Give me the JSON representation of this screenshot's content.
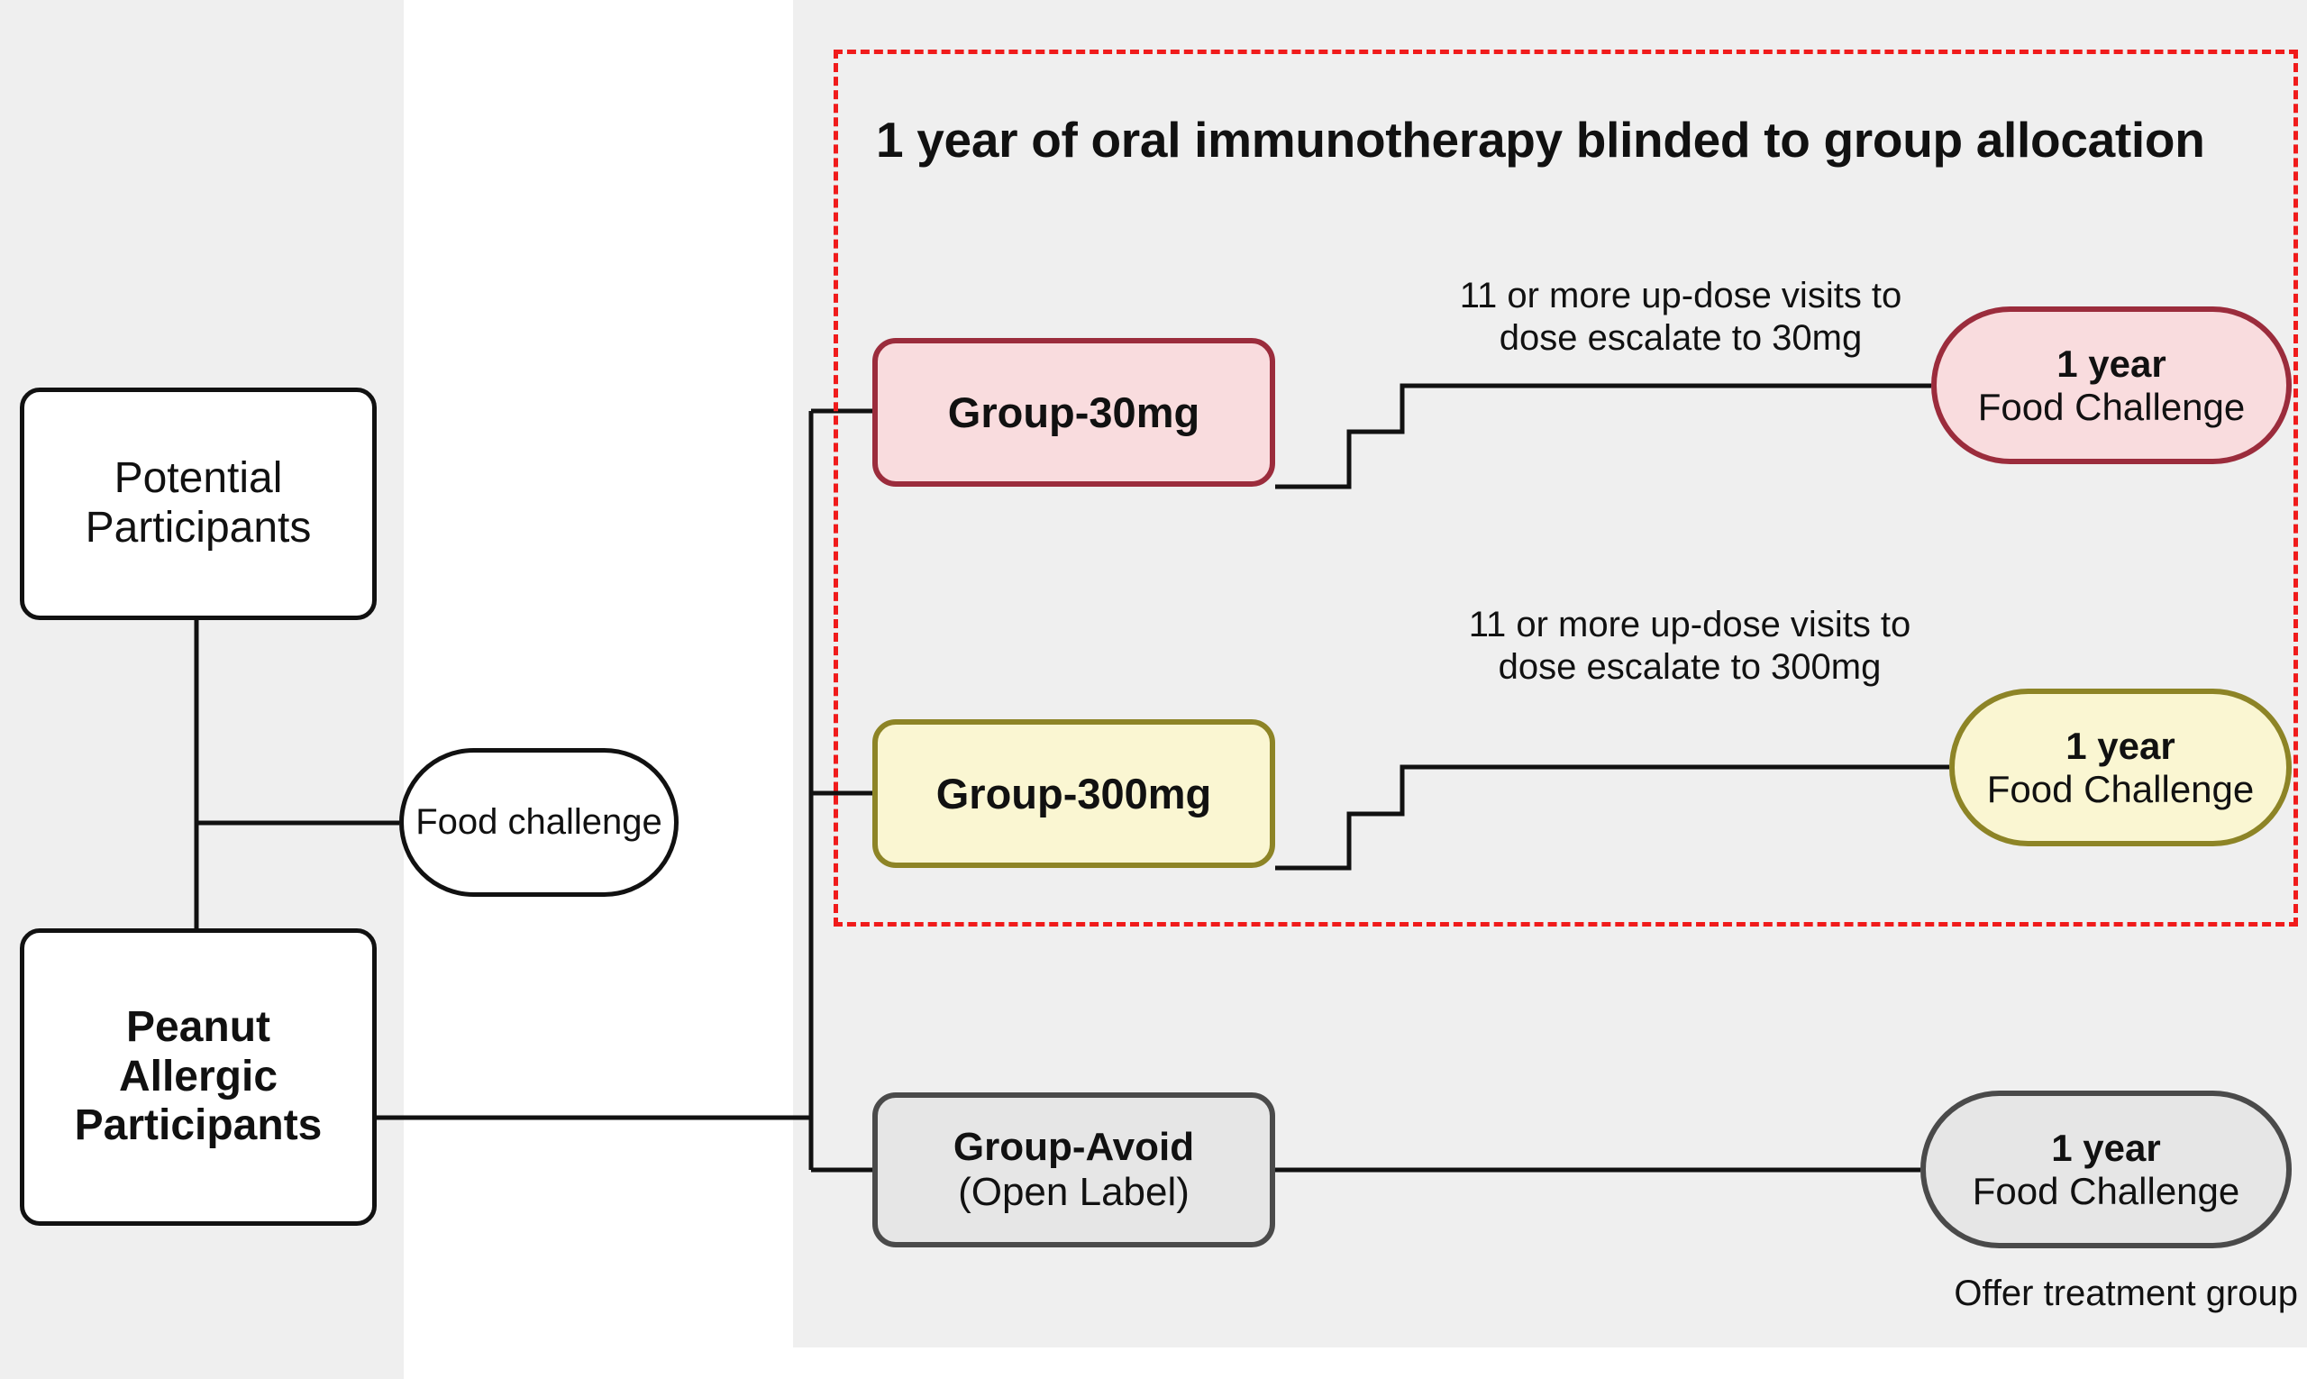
{
  "figure": {
    "type": "clinical-trial-flow-diagram",
    "title_visible": false
  },
  "panels": {
    "left_background": "#EFEFEF",
    "right_background": "#EFEFEF"
  },
  "blinded_region": {
    "title": "1 year of oral immunotherapy blinded to group allocation",
    "border_color": "#F01B1B",
    "border_style": "dashed"
  },
  "nodes": {
    "potential_participants": {
      "line1": "Potential",
      "line2": "Participants",
      "shape": "rounded-rect",
      "fill": "#FFFFFF",
      "border": "#111111"
    },
    "food_challenge": {
      "label": "Food challenge",
      "shape": "pill",
      "fill": "#FFFFFF",
      "border": "#111111"
    },
    "peanut_allergic_participants": {
      "line1": "Peanut",
      "line2": "Allergic",
      "line3": "Participants",
      "shape": "rounded-rect",
      "fill": "#FFFFFF",
      "border": "#111111"
    },
    "group_30mg": {
      "label": "Group-30mg",
      "shape": "rounded-rect",
      "fill": "#F9DCDE",
      "border": "#9B2C3C"
    },
    "group_300mg": {
      "label": "Group-300mg",
      "shape": "rounded-rect",
      "fill": "#FAF6D2",
      "border": "#8D8426"
    },
    "group_avoid": {
      "line1": "Group-Avoid",
      "line2": "(Open Label)",
      "shape": "rounded-rect",
      "fill": "#E6E6E6",
      "border": "#4A4A4A"
    },
    "outcome_30mg": {
      "line1": "1 year",
      "line2": "Food Challenge",
      "shape": "pill",
      "fill": "#F9DCDE",
      "border": "#9B2C3C"
    },
    "outcome_300mg": {
      "line1": "1 year",
      "line2": "Food Challenge",
      "shape": "pill",
      "fill": "#FAF6D2",
      "border": "#8D8426"
    },
    "outcome_avoid": {
      "line1": "1 year",
      "line2": "Food Challenge",
      "shape": "pill",
      "fill": "#E6E6E6",
      "border": "#4A4A4A"
    }
  },
  "annotations": {
    "escalate_30mg": "11 or more up-dose visits to\ndose escalate to 30mg",
    "escalate_300mg": "11 or more up-dose visits to\ndose escalate to 300mg",
    "offer_treatment_group": "Offer treatment group"
  }
}
